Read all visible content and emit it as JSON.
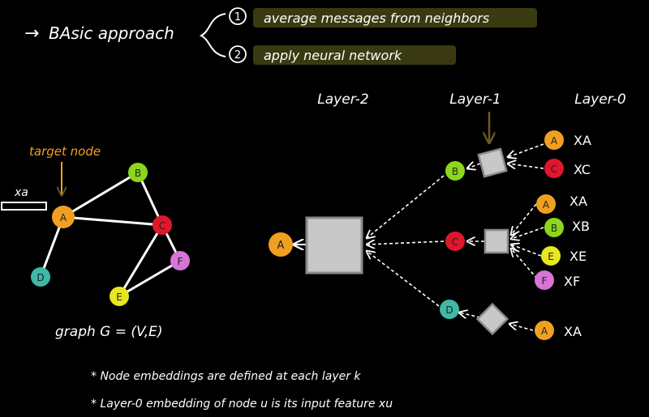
{
  "header": {
    "arrow_glyph": "→",
    "title": "BAsic approach",
    "steps": [
      {
        "number": "1",
        "text": "average messages from neighbors"
      },
      {
        "number": "2",
        "text": "apply neural network"
      }
    ],
    "highlight_color": "#3a3a12"
  },
  "graph": {
    "target_label": "target node",
    "feature_label": "xa",
    "caption": "graph G = (V,E)",
    "nodes": [
      {
        "id": "A",
        "color": "#f0a020"
      },
      {
        "id": "B",
        "color": "#8cd61c"
      },
      {
        "id": "C",
        "color": "#e0162c"
      },
      {
        "id": "D",
        "color": "#3fb8a8"
      },
      {
        "id": "E",
        "color": "#e8e620"
      },
      {
        "id": "F",
        "color": "#d873d8"
      }
    ]
  },
  "layers": {
    "labels": [
      "Layer-2",
      "Layer-1",
      "Layer-0"
    ]
  },
  "tree": {
    "root": {
      "id": "A",
      "color": "#f0a020"
    },
    "level1": [
      {
        "id": "B",
        "color": "#8cd61c",
        "children": [
          {
            "id": "A",
            "color": "#f0a020",
            "feature": "XA"
          },
          {
            "id": "C",
            "color": "#e0162c",
            "feature": "XC"
          }
        ]
      },
      {
        "id": "C",
        "color": "#e0162c",
        "children": [
          {
            "id": "A",
            "color": "#f0a020",
            "feature": "XA"
          },
          {
            "id": "B",
            "color": "#8cd61c",
            "feature": "XB"
          },
          {
            "id": "E",
            "color": "#e8e620",
            "feature": "XE"
          },
          {
            "id": "F",
            "color": "#d873d8",
            "feature": "XF"
          }
        ]
      },
      {
        "id": "D",
        "color": "#3fb8a8",
        "children": [
          {
            "id": "A",
            "color": "#f0a020",
            "feature": "XA"
          }
        ]
      }
    ]
  },
  "notes": [
    "* Node embeddings are defined at each layer k",
    "* Layer-0 embedding of node u is its input feature xu"
  ],
  "colors": {
    "ink": "#ffffff",
    "box_fill": "#c8c8c8",
    "box_stroke": "#8a8a8a",
    "target_label": "#f0a020",
    "arrow_brown": "#6b5a2a"
  }
}
